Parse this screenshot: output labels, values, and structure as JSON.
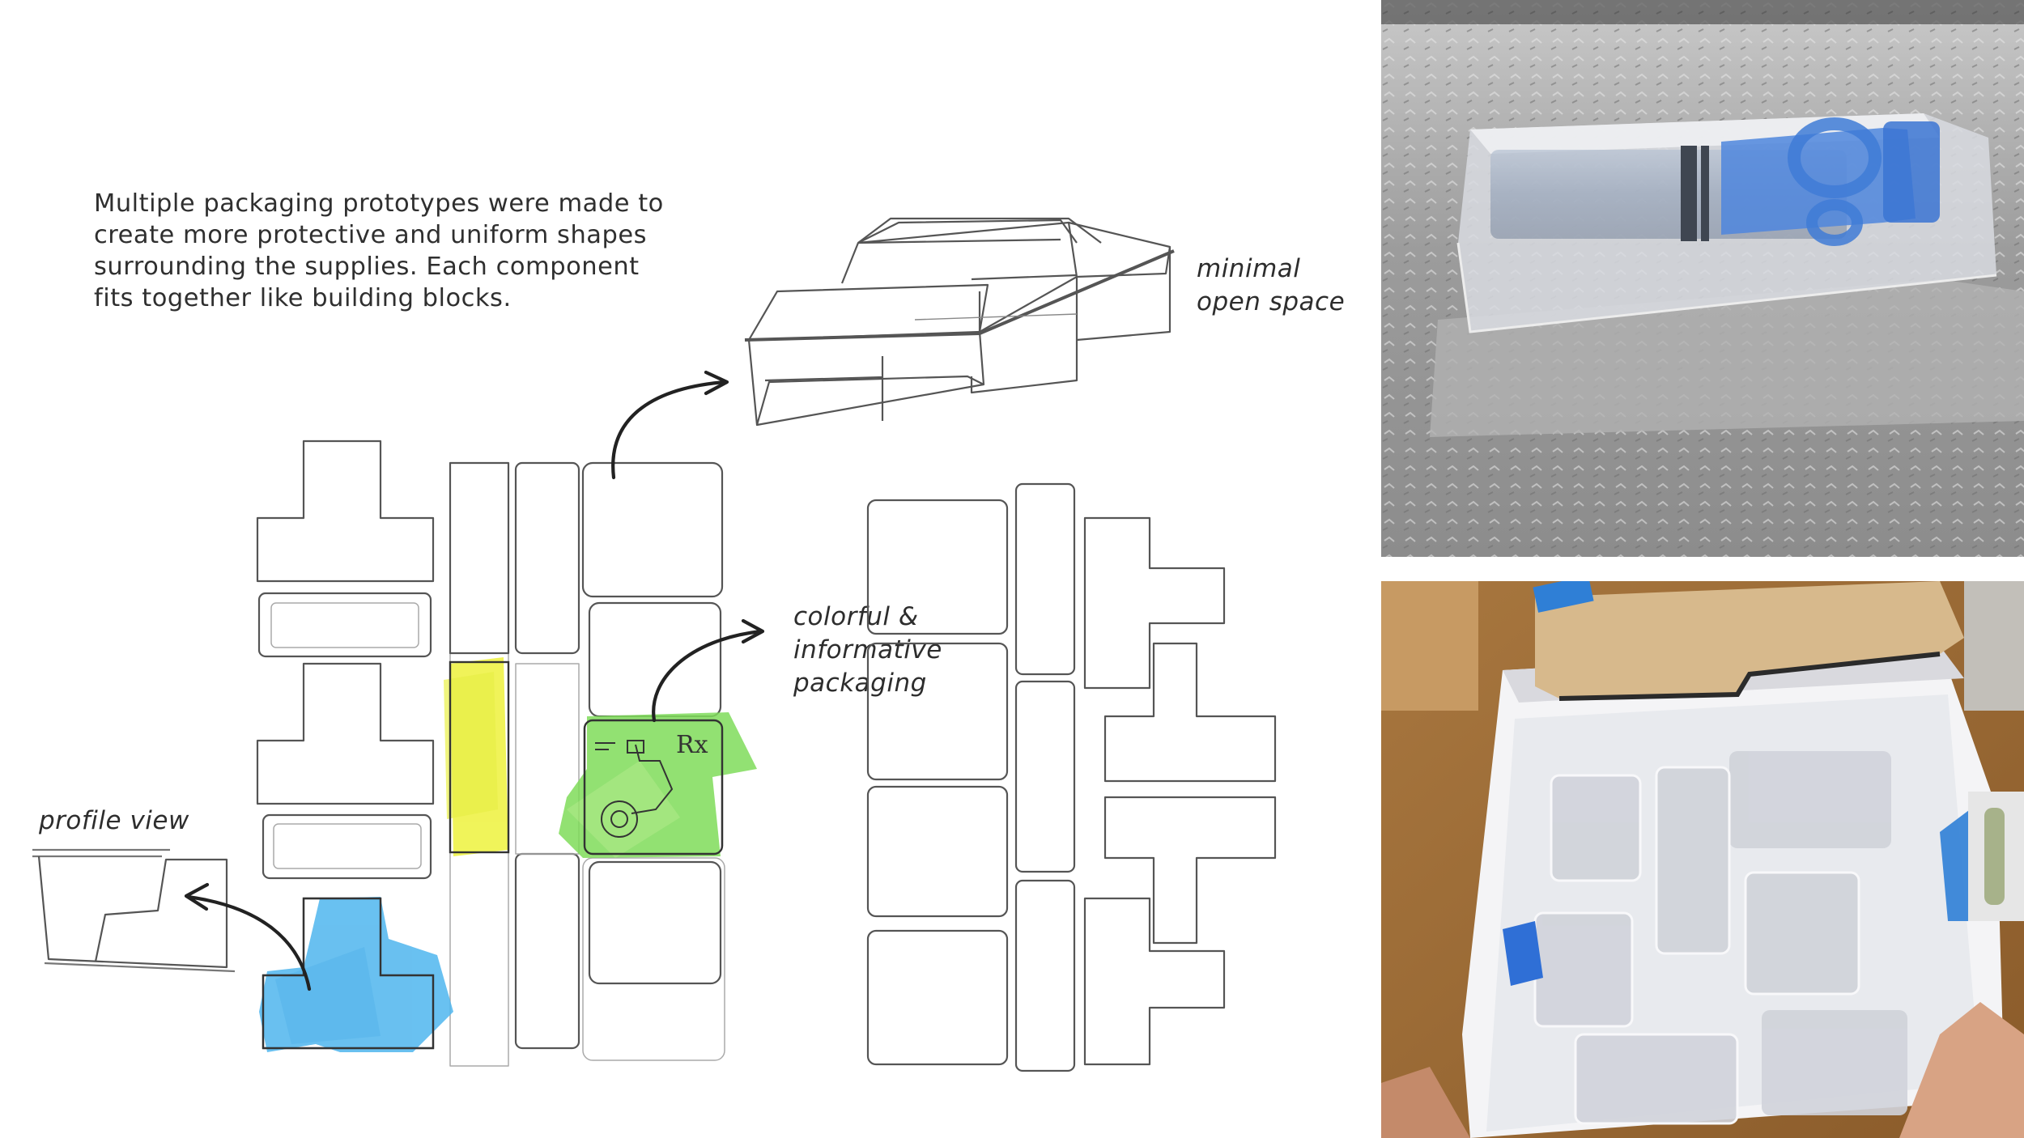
{
  "description": "Multiple packaging prototypes were made to create more protective and uniform shapes surrounding the supplies. Each component fits together like building blocks.",
  "annotations": {
    "minimal": [
      "minimal",
      "open space"
    ],
    "colorful": [
      "colorful &",
      "informative",
      "packaging"
    ],
    "profile": "profile view"
  },
  "sketch_labels": {
    "rx": "Rx"
  },
  "colors": {
    "highlight_yellow": "#eef243",
    "highlight_green": "#7fdc5a",
    "highlight_blue": "#4fb6ee",
    "sketch_line": "#555555",
    "arrow": "#222222"
  }
}
